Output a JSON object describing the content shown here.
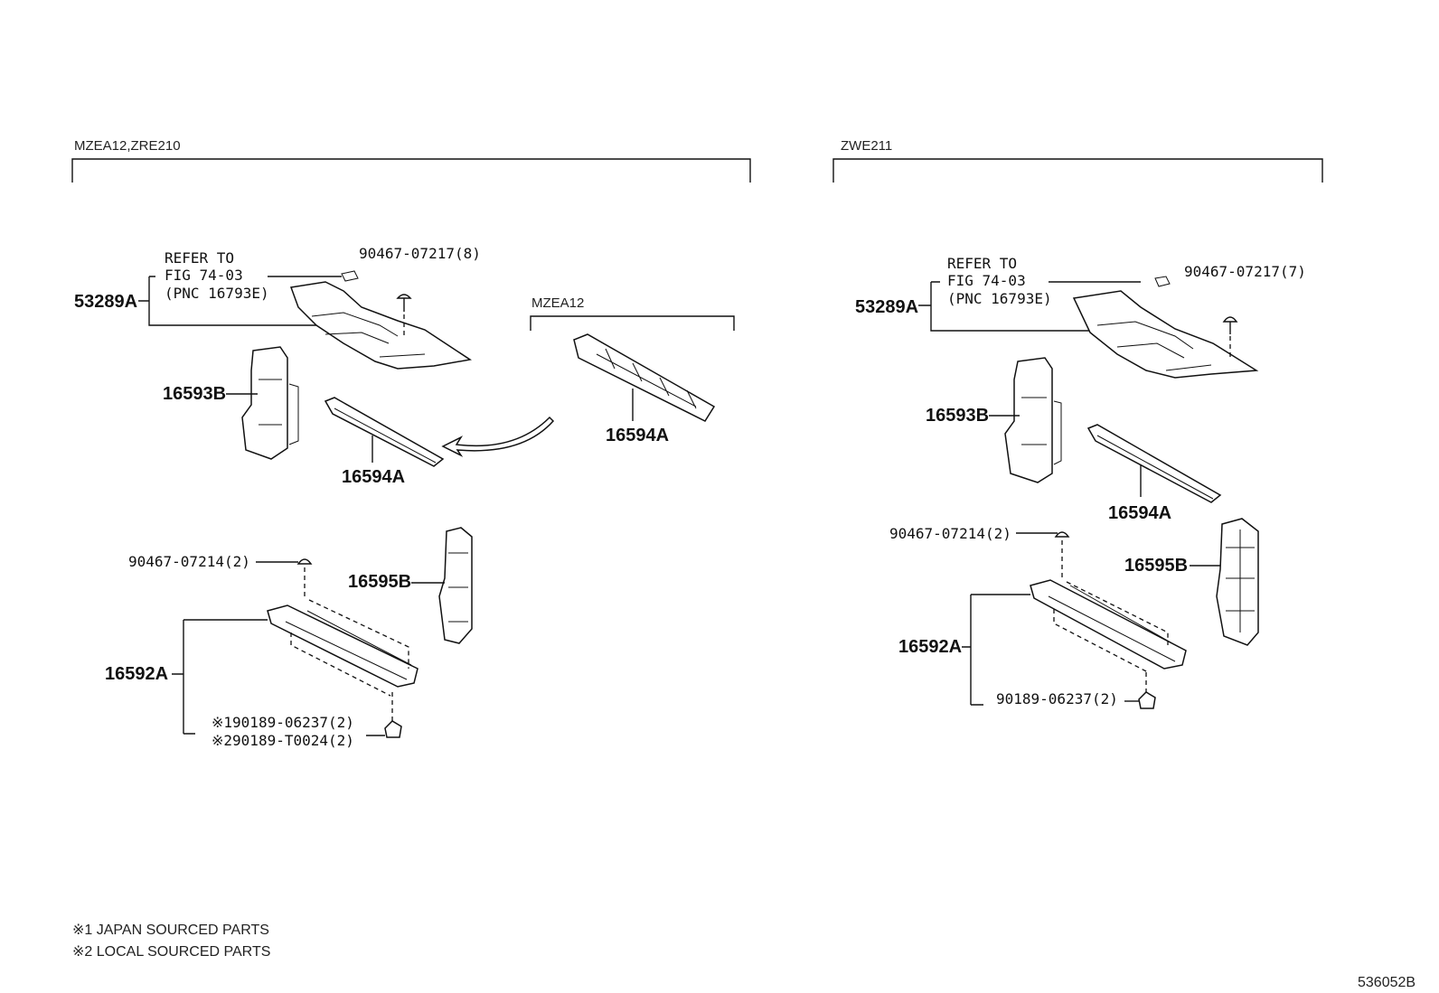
{
  "left_group": {
    "title": "MZEA12,ZRE210",
    "refer_line1": "REFER TO",
    "refer_line2": "FIG 74-03",
    "refer_line3": "(PNC 16793E)",
    "part_53289A": "53289A",
    "fastener_top": "90467-07217(8)",
    "part_16593B": "16593B",
    "part_16594A": "16594A",
    "inset_title": "MZEA12",
    "inset_part_16594A": "16594A",
    "fastener_mid": "90467-07214(2)",
    "part_16595B": "16595B",
    "part_16592A": "16592A",
    "clip_1": "※190189-06237(2)",
    "clip_2": "※290189-T0024(2)"
  },
  "right_group": {
    "title": "ZWE211",
    "refer_line1": "REFER TO",
    "refer_line2": "FIG 74-03",
    "refer_line3": "(PNC 16793E)",
    "part_53289A": "53289A",
    "fastener_top": "90467-07217(7)",
    "part_16593B": "16593B",
    "part_16594A": "16594A",
    "fastener_mid": "90467-07214(2)",
    "part_16595B": "16595B",
    "part_16592A": "16592A",
    "clip_1": "90189-06237(2)"
  },
  "notes": {
    "note_1": "※1 JAPAN SOURCED PARTS",
    "note_2": "※2 LOCAL SOURCED PARTS"
  },
  "figure_id": "536052B"
}
